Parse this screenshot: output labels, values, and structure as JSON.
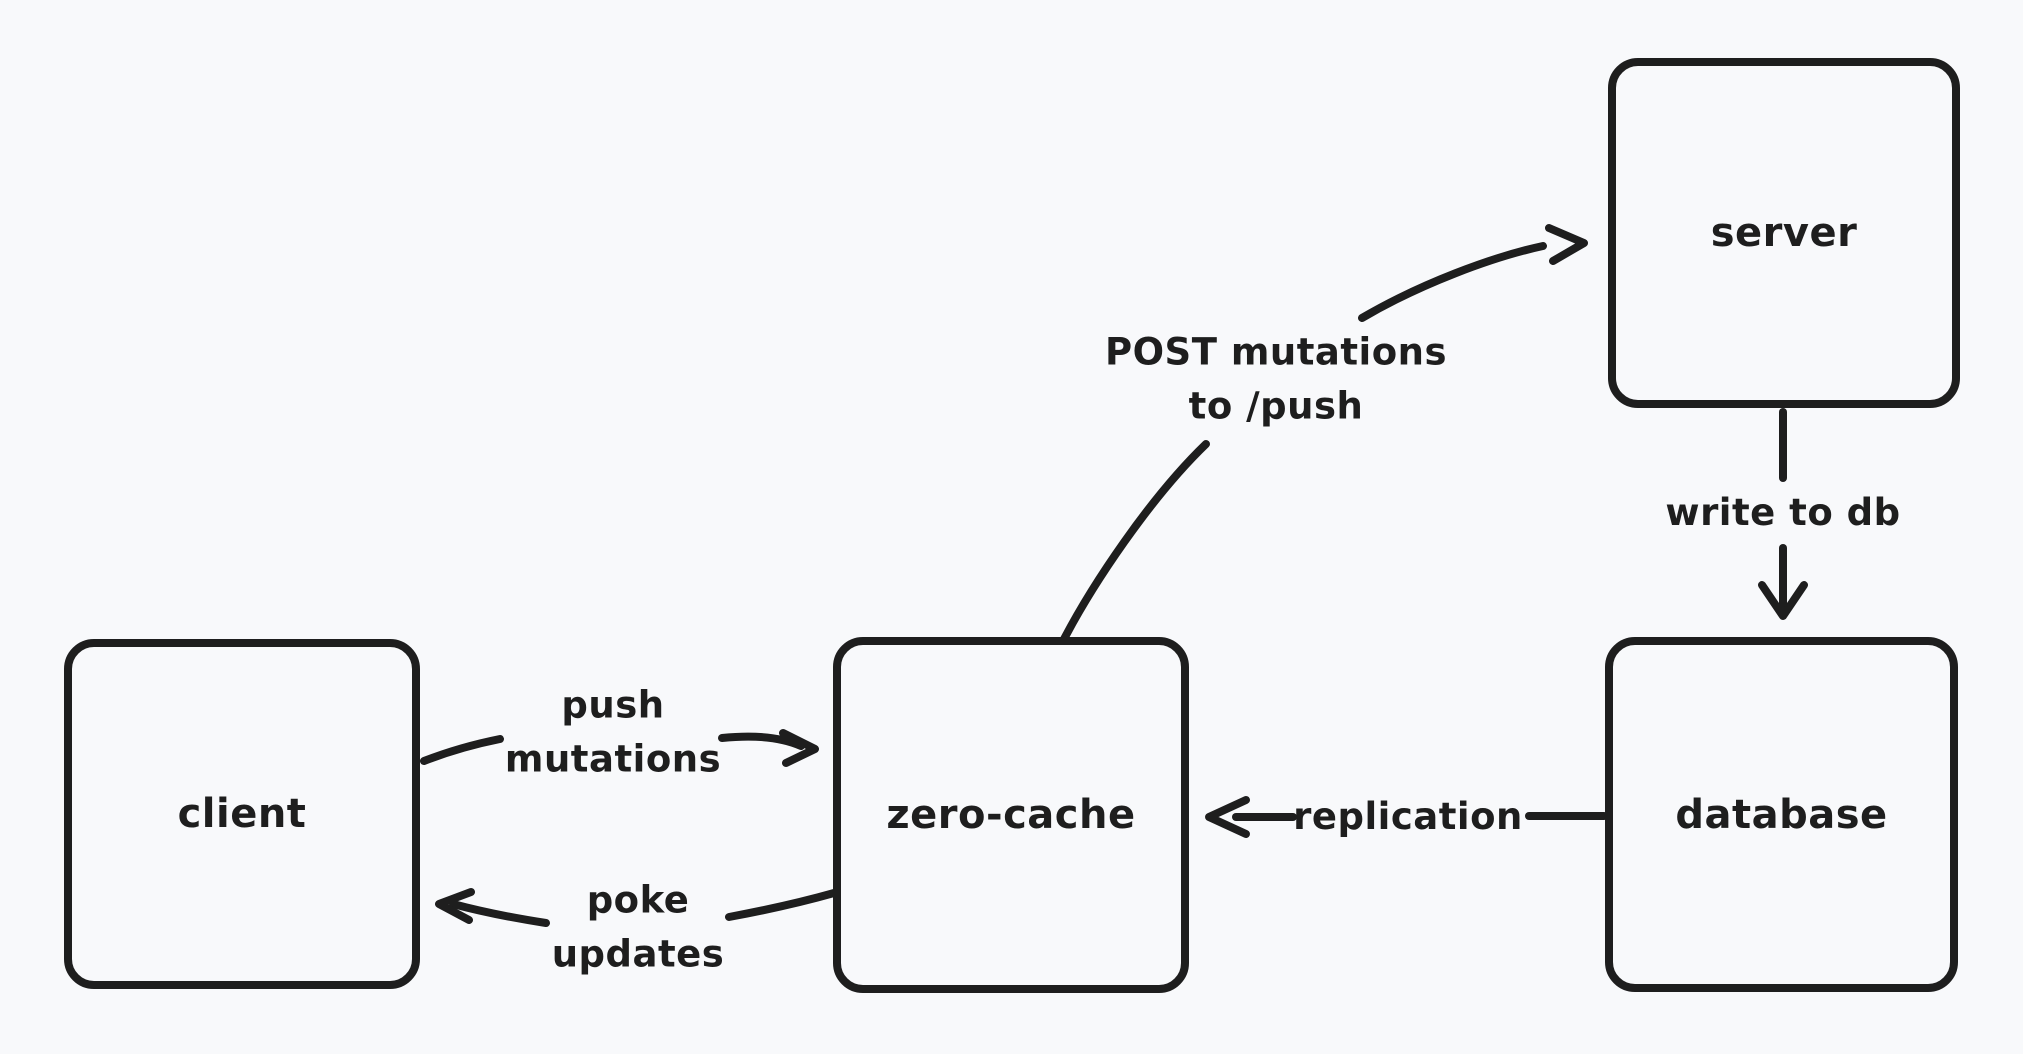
{
  "canvas": {
    "background_color": "#f8f9fb",
    "stroke_color": "#1e1e1e",
    "style": "hand-drawn-diagram"
  },
  "nodes": [
    {
      "id": "client",
      "label": "client"
    },
    {
      "id": "zero-cache",
      "label": "zero-cache"
    },
    {
      "id": "server",
      "label": "server"
    },
    {
      "id": "database",
      "label": "database"
    }
  ],
  "edges": [
    {
      "from": "client",
      "to": "zero-cache",
      "label": "push\nmutations"
    },
    {
      "from": "zero-cache",
      "to": "client",
      "label": "poke\nupdates"
    },
    {
      "from": "zero-cache",
      "to": "server",
      "label": "POST mutations\nto /push"
    },
    {
      "from": "server",
      "to": "database",
      "label": "write to db"
    },
    {
      "from": "database",
      "to": "zero-cache",
      "label": "replication"
    }
  ]
}
